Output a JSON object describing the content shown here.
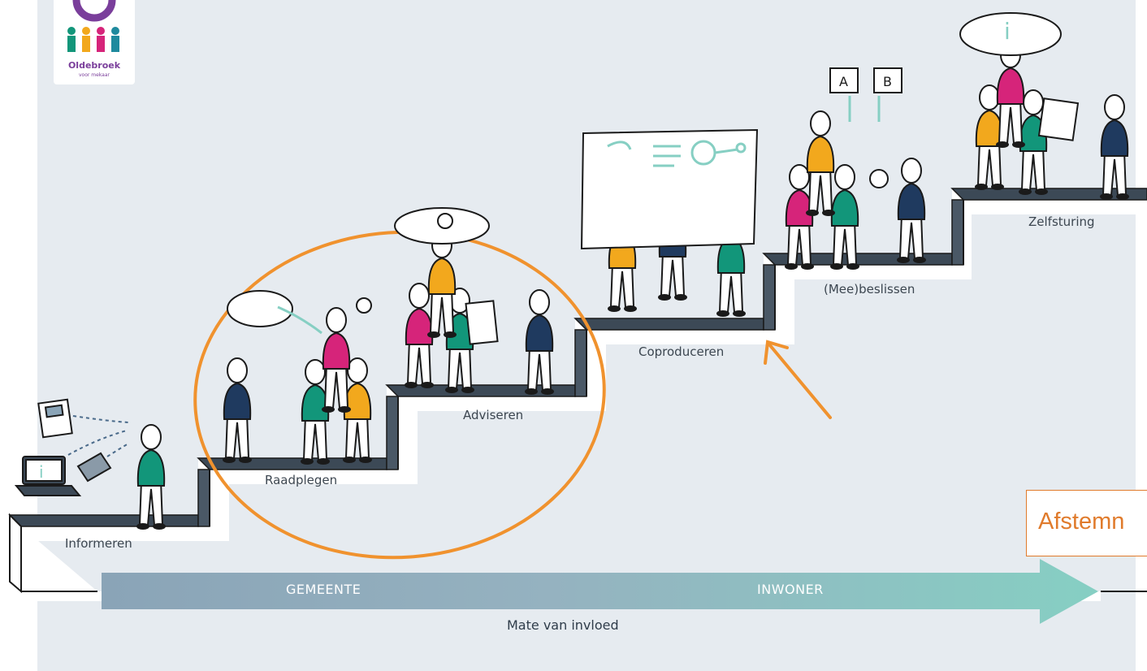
{
  "logo": {
    "name": "Oldebroek",
    "tagline": "voor mekaar"
  },
  "steps": [
    {
      "label": "Informeren"
    },
    {
      "label": "Raadplegen"
    },
    {
      "label": "Adviseren"
    },
    {
      "label": "Coproduceren"
    },
    {
      "label": "(Mee)beslissen"
    },
    {
      "label": "Zelfsturing"
    }
  ],
  "arrow": {
    "left_label": "GEMEENTE",
    "right_label": "INWONER",
    "axis_label": "Mate van invloed"
  },
  "vote_options": {
    "a": "A",
    "b": "B"
  },
  "callout": {
    "text": "Afstemn"
  },
  "colors": {
    "background": "#e6ebf0",
    "annotation": "#f0922e",
    "navy": "#1f3a5f",
    "green": "#12967a",
    "magenta": "#d6247a",
    "yellow": "#f2a81d",
    "arrow_start": "#8aa4b7",
    "arrow_end": "#86cfc3"
  }
}
